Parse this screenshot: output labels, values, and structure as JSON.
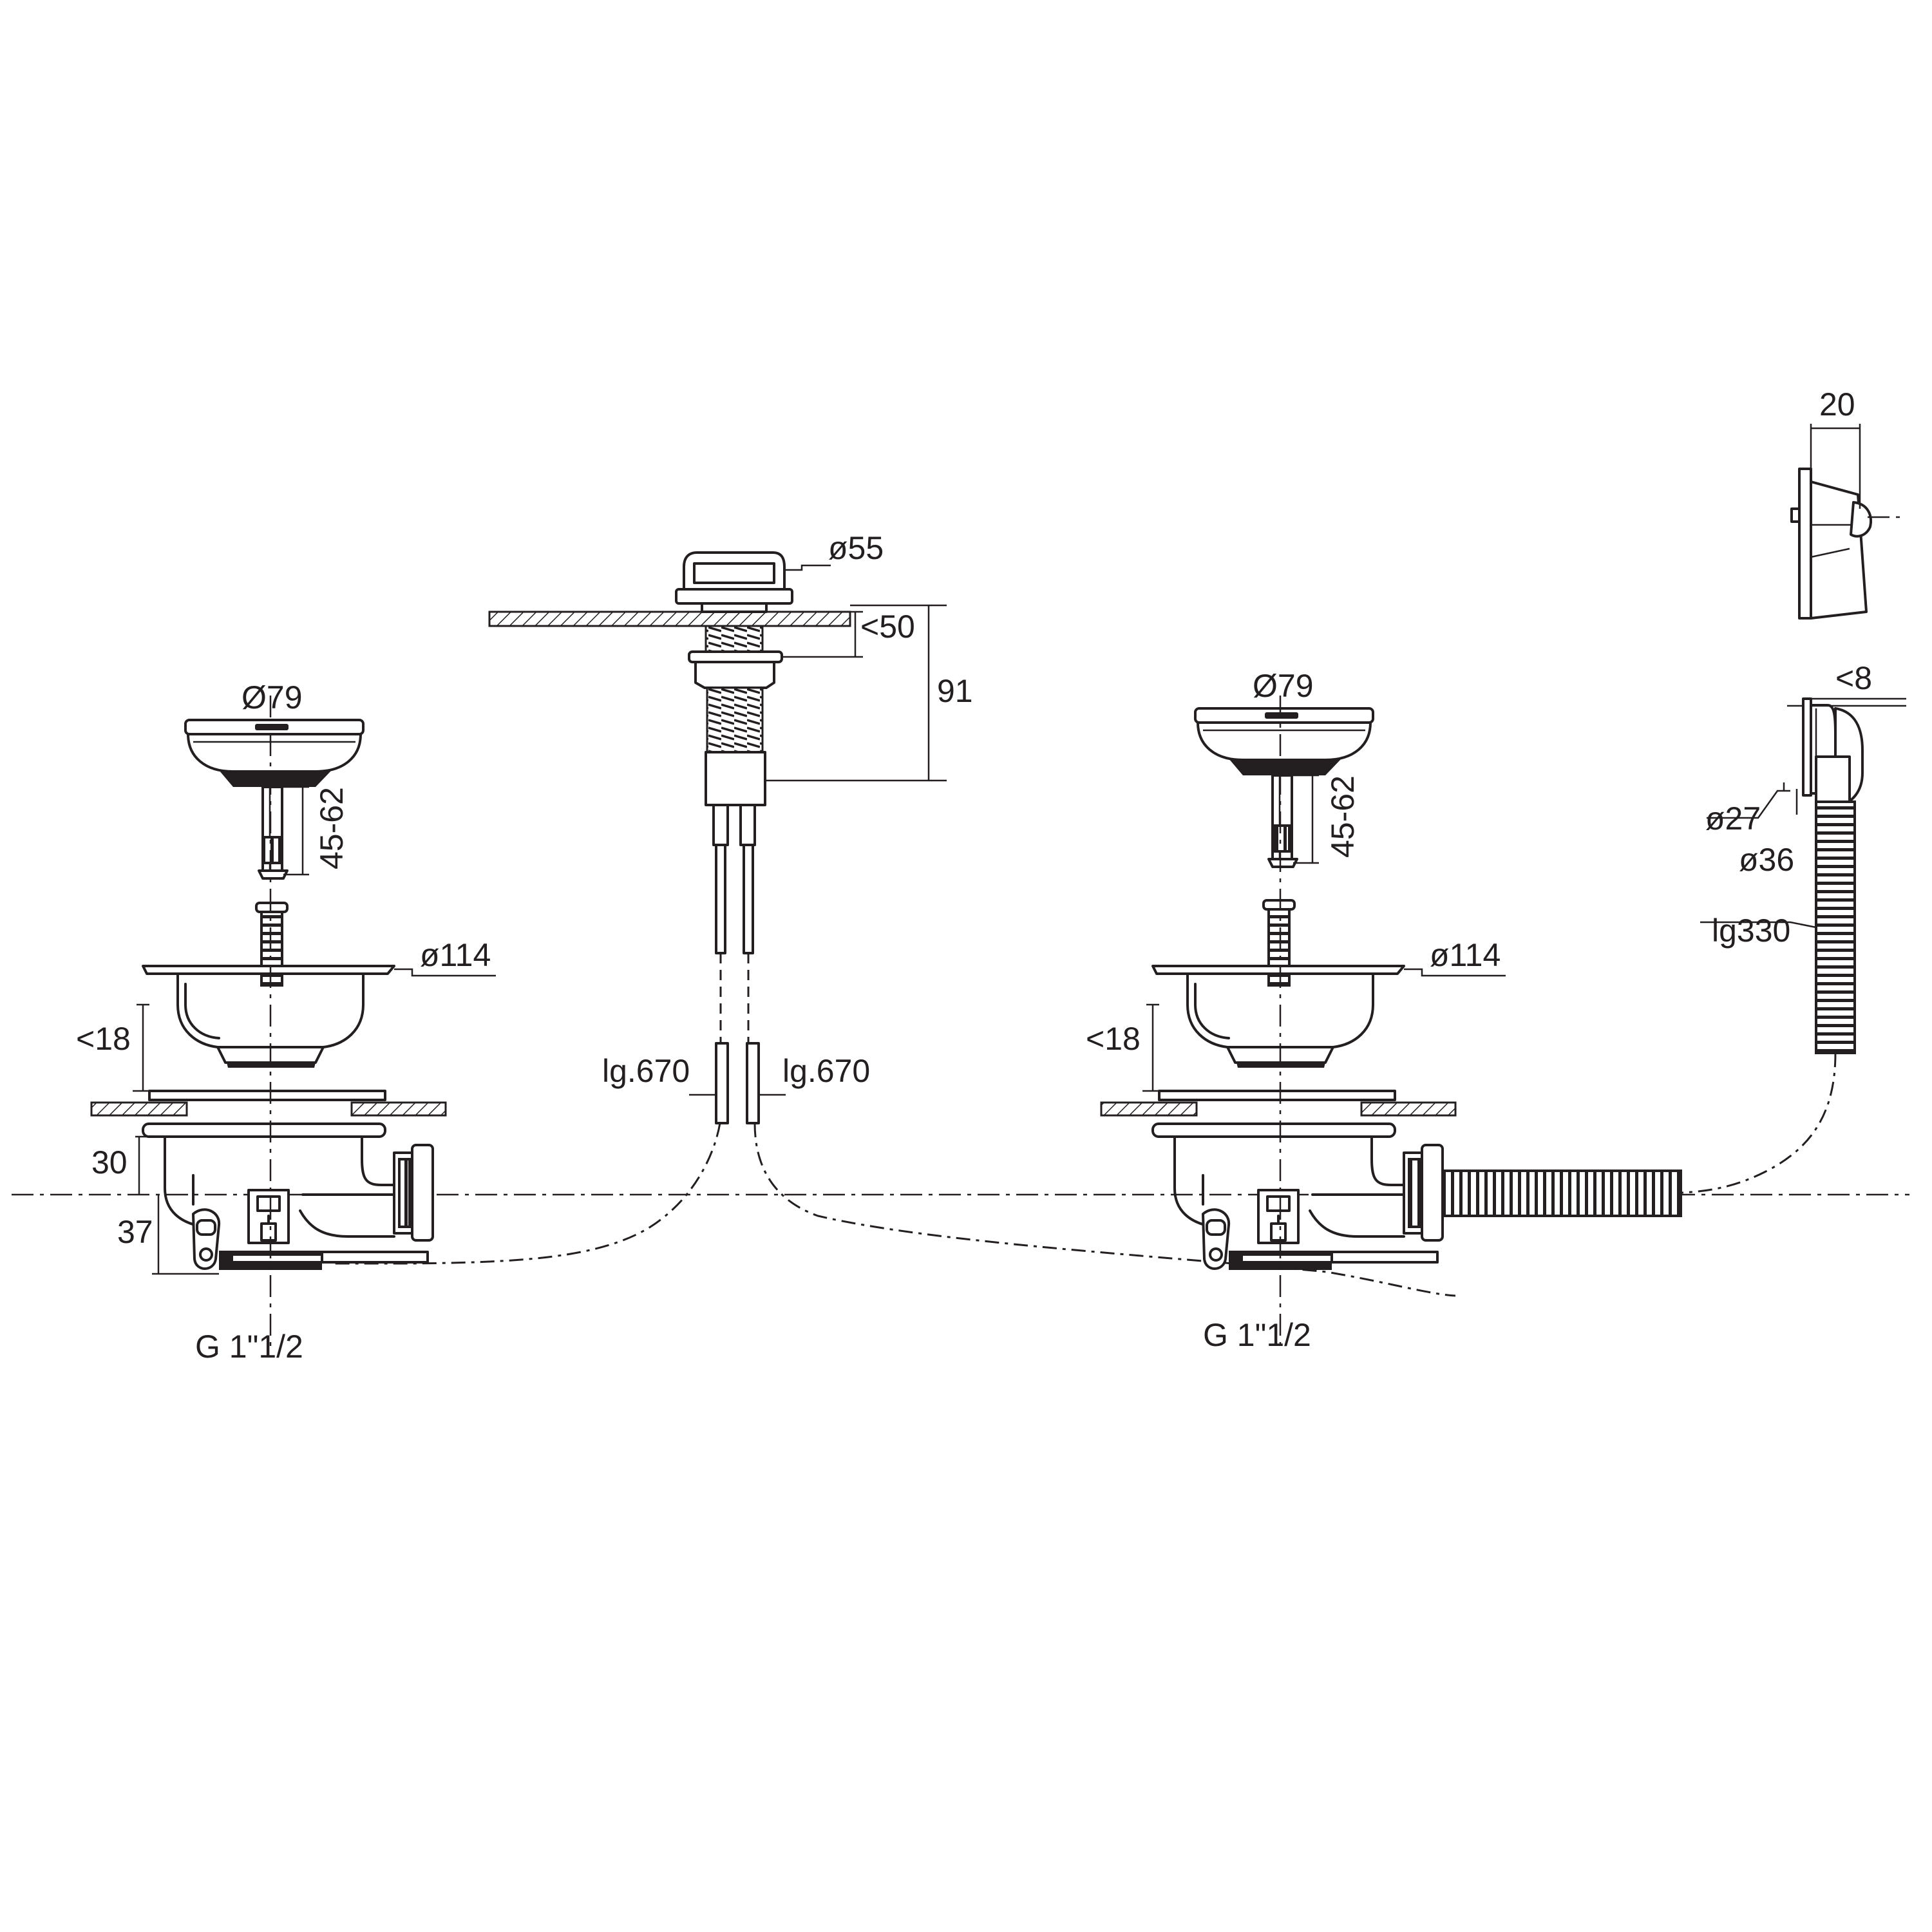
{
  "labels": {
    "strainer_diameter_left": "Ø79",
    "strainer_diameter_right": "Ø79",
    "stem_length_left": "45-62",
    "stem_length_right": "45-62",
    "flange_diameter_left": "ø114",
    "flange_diameter_right": "ø114",
    "sink_thickness_left": "<18",
    "sink_thickness_right": "<18",
    "body_height_30": "30",
    "body_height_37": "37",
    "thread_left": "G 1\"1/2",
    "thread_right": "G 1\"1/2",
    "knob_diameter": "ø55",
    "deck_thickness": "<50",
    "knob_height": "91",
    "cable_length_left": "lg.670",
    "cable_length_right": "lg.670",
    "overflow_depth": "20",
    "overflow_wall": "<8",
    "overflow_inner_diameter": "ø27",
    "overflow_outer_diameter": "ø36",
    "hose_length": "lg330"
  }
}
